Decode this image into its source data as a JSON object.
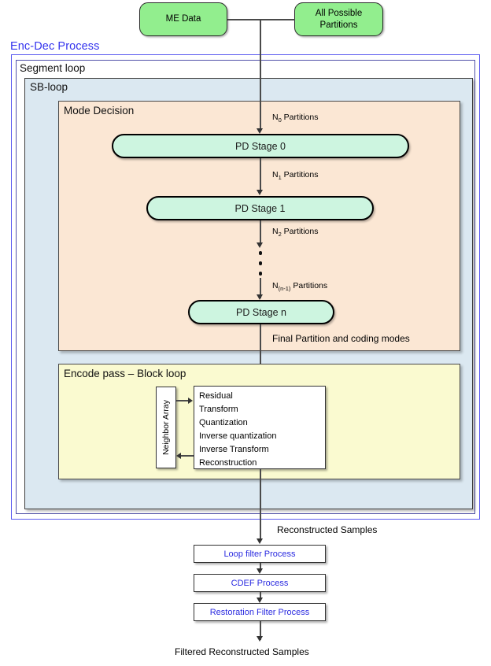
{
  "diagram": {
    "title_top_inputs": [
      {
        "label": "ME Data"
      },
      {
        "label": "All Possible Partitions"
      }
    ],
    "containers": {
      "encdec_label": "Enc-Dec Process",
      "segment_label": "Segment loop",
      "sbloop_label": "SB-loop",
      "mode_decision_label": "Mode Decision",
      "encode_pass_label": "Encode pass – Block loop"
    },
    "stages": [
      {
        "label": "PD Stage 0"
      },
      {
        "label": "PD Stage 1"
      },
      {
        "label": "PD Stage n"
      }
    ],
    "edge_labels": {
      "n0": "N",
      "n0_sub": "0",
      "n0_rest": " Partitions",
      "n1": "N",
      "n1_sub": "1",
      "n1_rest": " Partitions",
      "n2": "N",
      "n2_sub": "2",
      "n2_rest": " Partitions",
      "nn1": "N",
      "nn1_sub": "(n-1)",
      "nn1_rest": " Partitions",
      "final_partition": "Final Partition and coding modes",
      "reconstructed": "Reconstructed Samples",
      "filtered_reconstructed": "Filtered Reconstructed Samples"
    },
    "block_loop": {
      "neighbor_array_label": "Neighbor Array",
      "pipeline": [
        "Residual",
        "Transform",
        "Quantization",
        "Inverse quantization",
        "Inverse Transform",
        "Reconstruction"
      ]
    },
    "filters": [
      {
        "label": "Loop filter Process"
      },
      {
        "label": "CDEF Process"
      },
      {
        "label": "Restoration Filter Process"
      }
    ],
    "colors": {
      "terminal_green": "#92ee8e",
      "stage_mint": "#cdf5e0",
      "sbloop_blue": "#dbe8f1",
      "mode_decision_peach": "#fbe7d4",
      "encode_pass_yellow": "#fafad0",
      "process_blue_text": "#2a2ae0",
      "encdec_border": "#5b5bf0"
    }
  }
}
